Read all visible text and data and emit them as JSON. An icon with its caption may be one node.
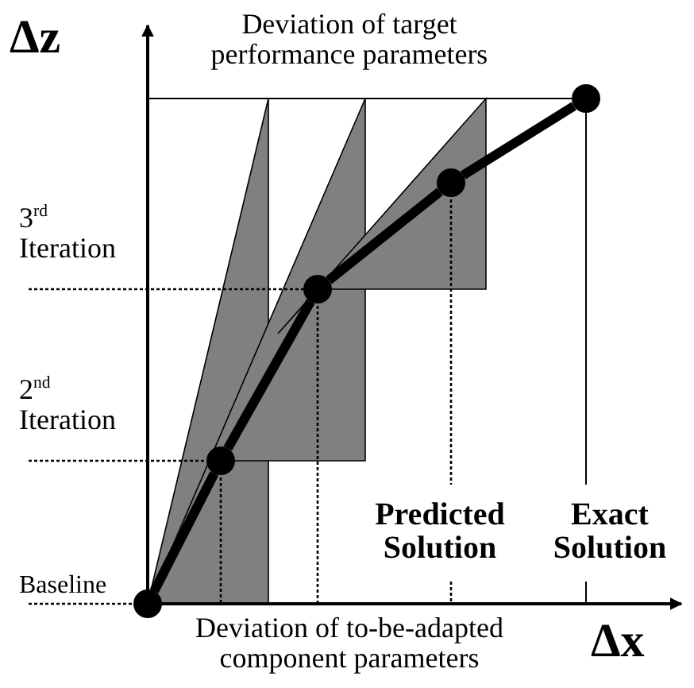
{
  "diagram": {
    "nodes": [
      {
        "text": [],
        "shape": "circle"
      },
      {
        "text": [],
        "shape": "circle"
      },
      {
        "text": [],
        "shape": "circle"
      },
      {
        "text": [],
        "shape": "circle"
      },
      {
        "text": [],
        "shape": "circle"
      }
    ],
    "edges": [
      {
        "from": 0,
        "to": 1,
        "arrow": "none"
      },
      {
        "from": 1,
        "to": 2,
        "arrow": "none"
      },
      {
        "from": 2,
        "to": 3,
        "arrow": "none"
      },
      {
        "from": 3,
        "to": 4,
        "arrow": "none"
      }
    ],
    "labels": [
      "Δz⃗",
      "Deviation of target performance parameters",
      "3$^{rd}$ Iteration",
      "2$^{nd}$ Iteration",
      "Predicted Solution",
      "Exact Solution",
      "Baseline",
      "Deviation of to-be-adapted component parameters",
      "Δx⃗"
    ]
  }
}
